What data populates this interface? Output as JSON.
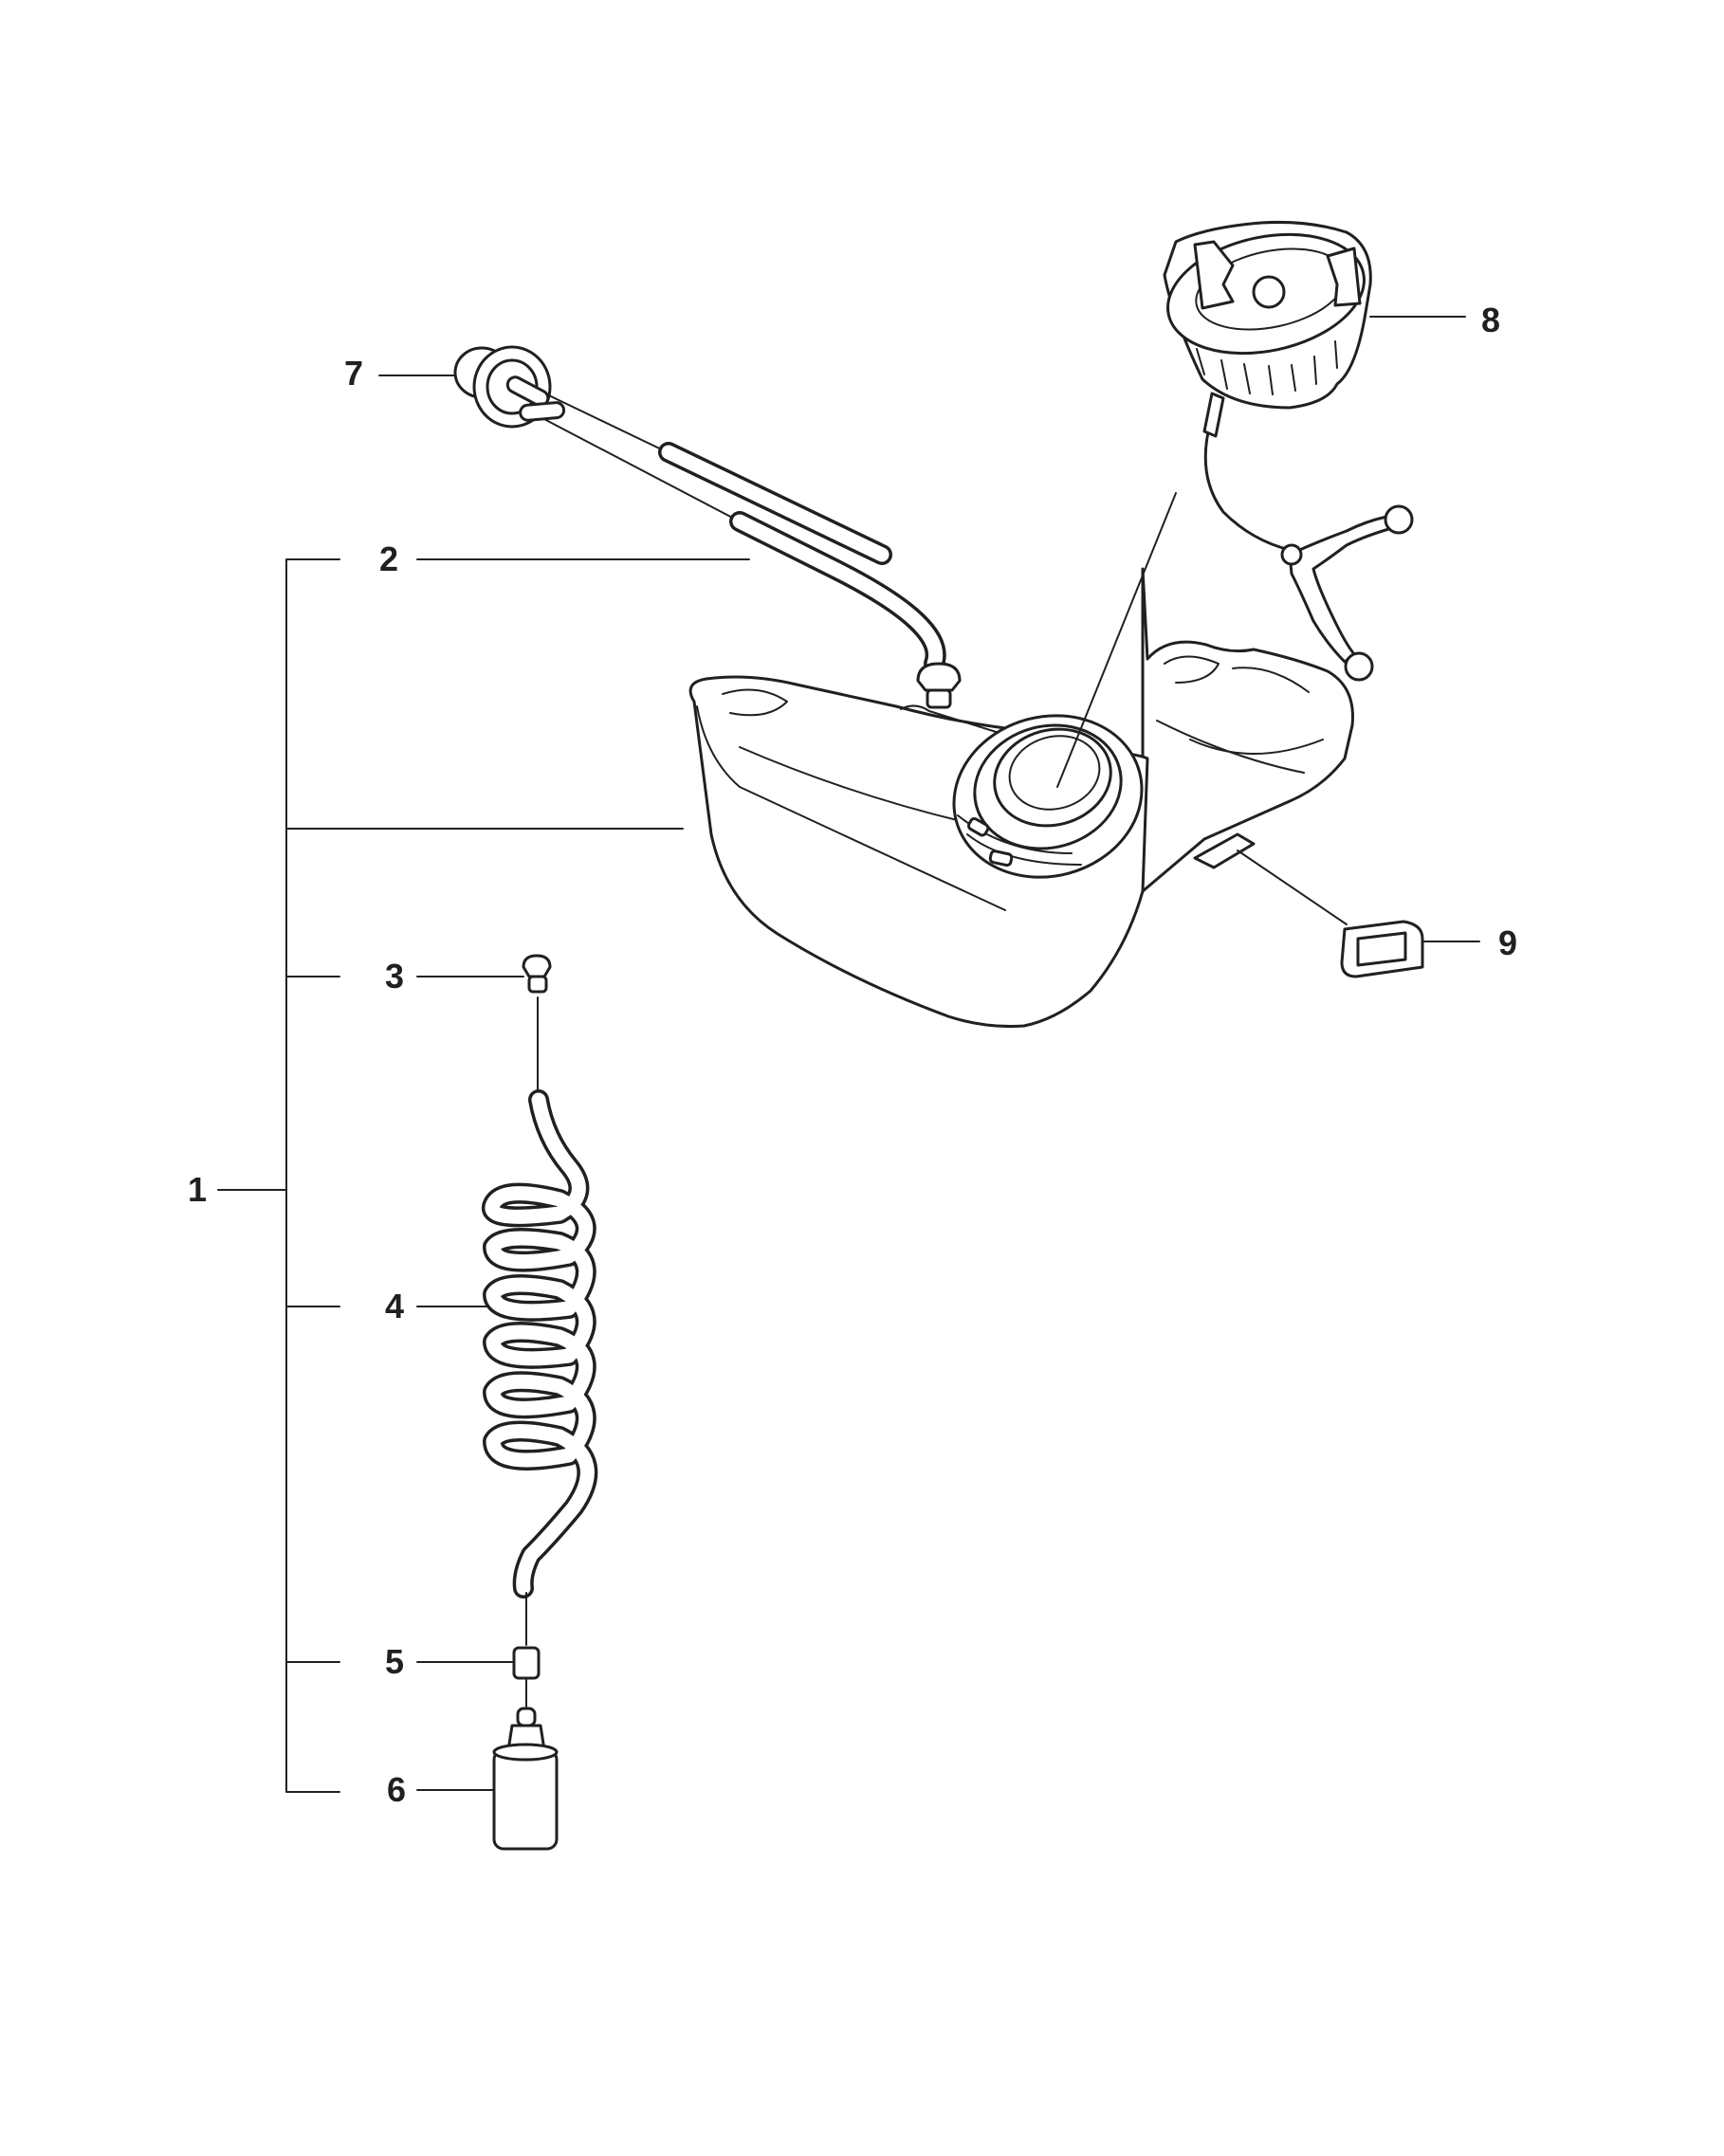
{
  "callouts": {
    "c1": "1",
    "c2": "2",
    "c3": "3",
    "c4": "4",
    "c5": "5",
    "c6": "6",
    "c7": "7",
    "c8": "8",
    "c9": "9"
  },
  "colors": {
    "line": "#231f20",
    "background": "#ffffff"
  }
}
